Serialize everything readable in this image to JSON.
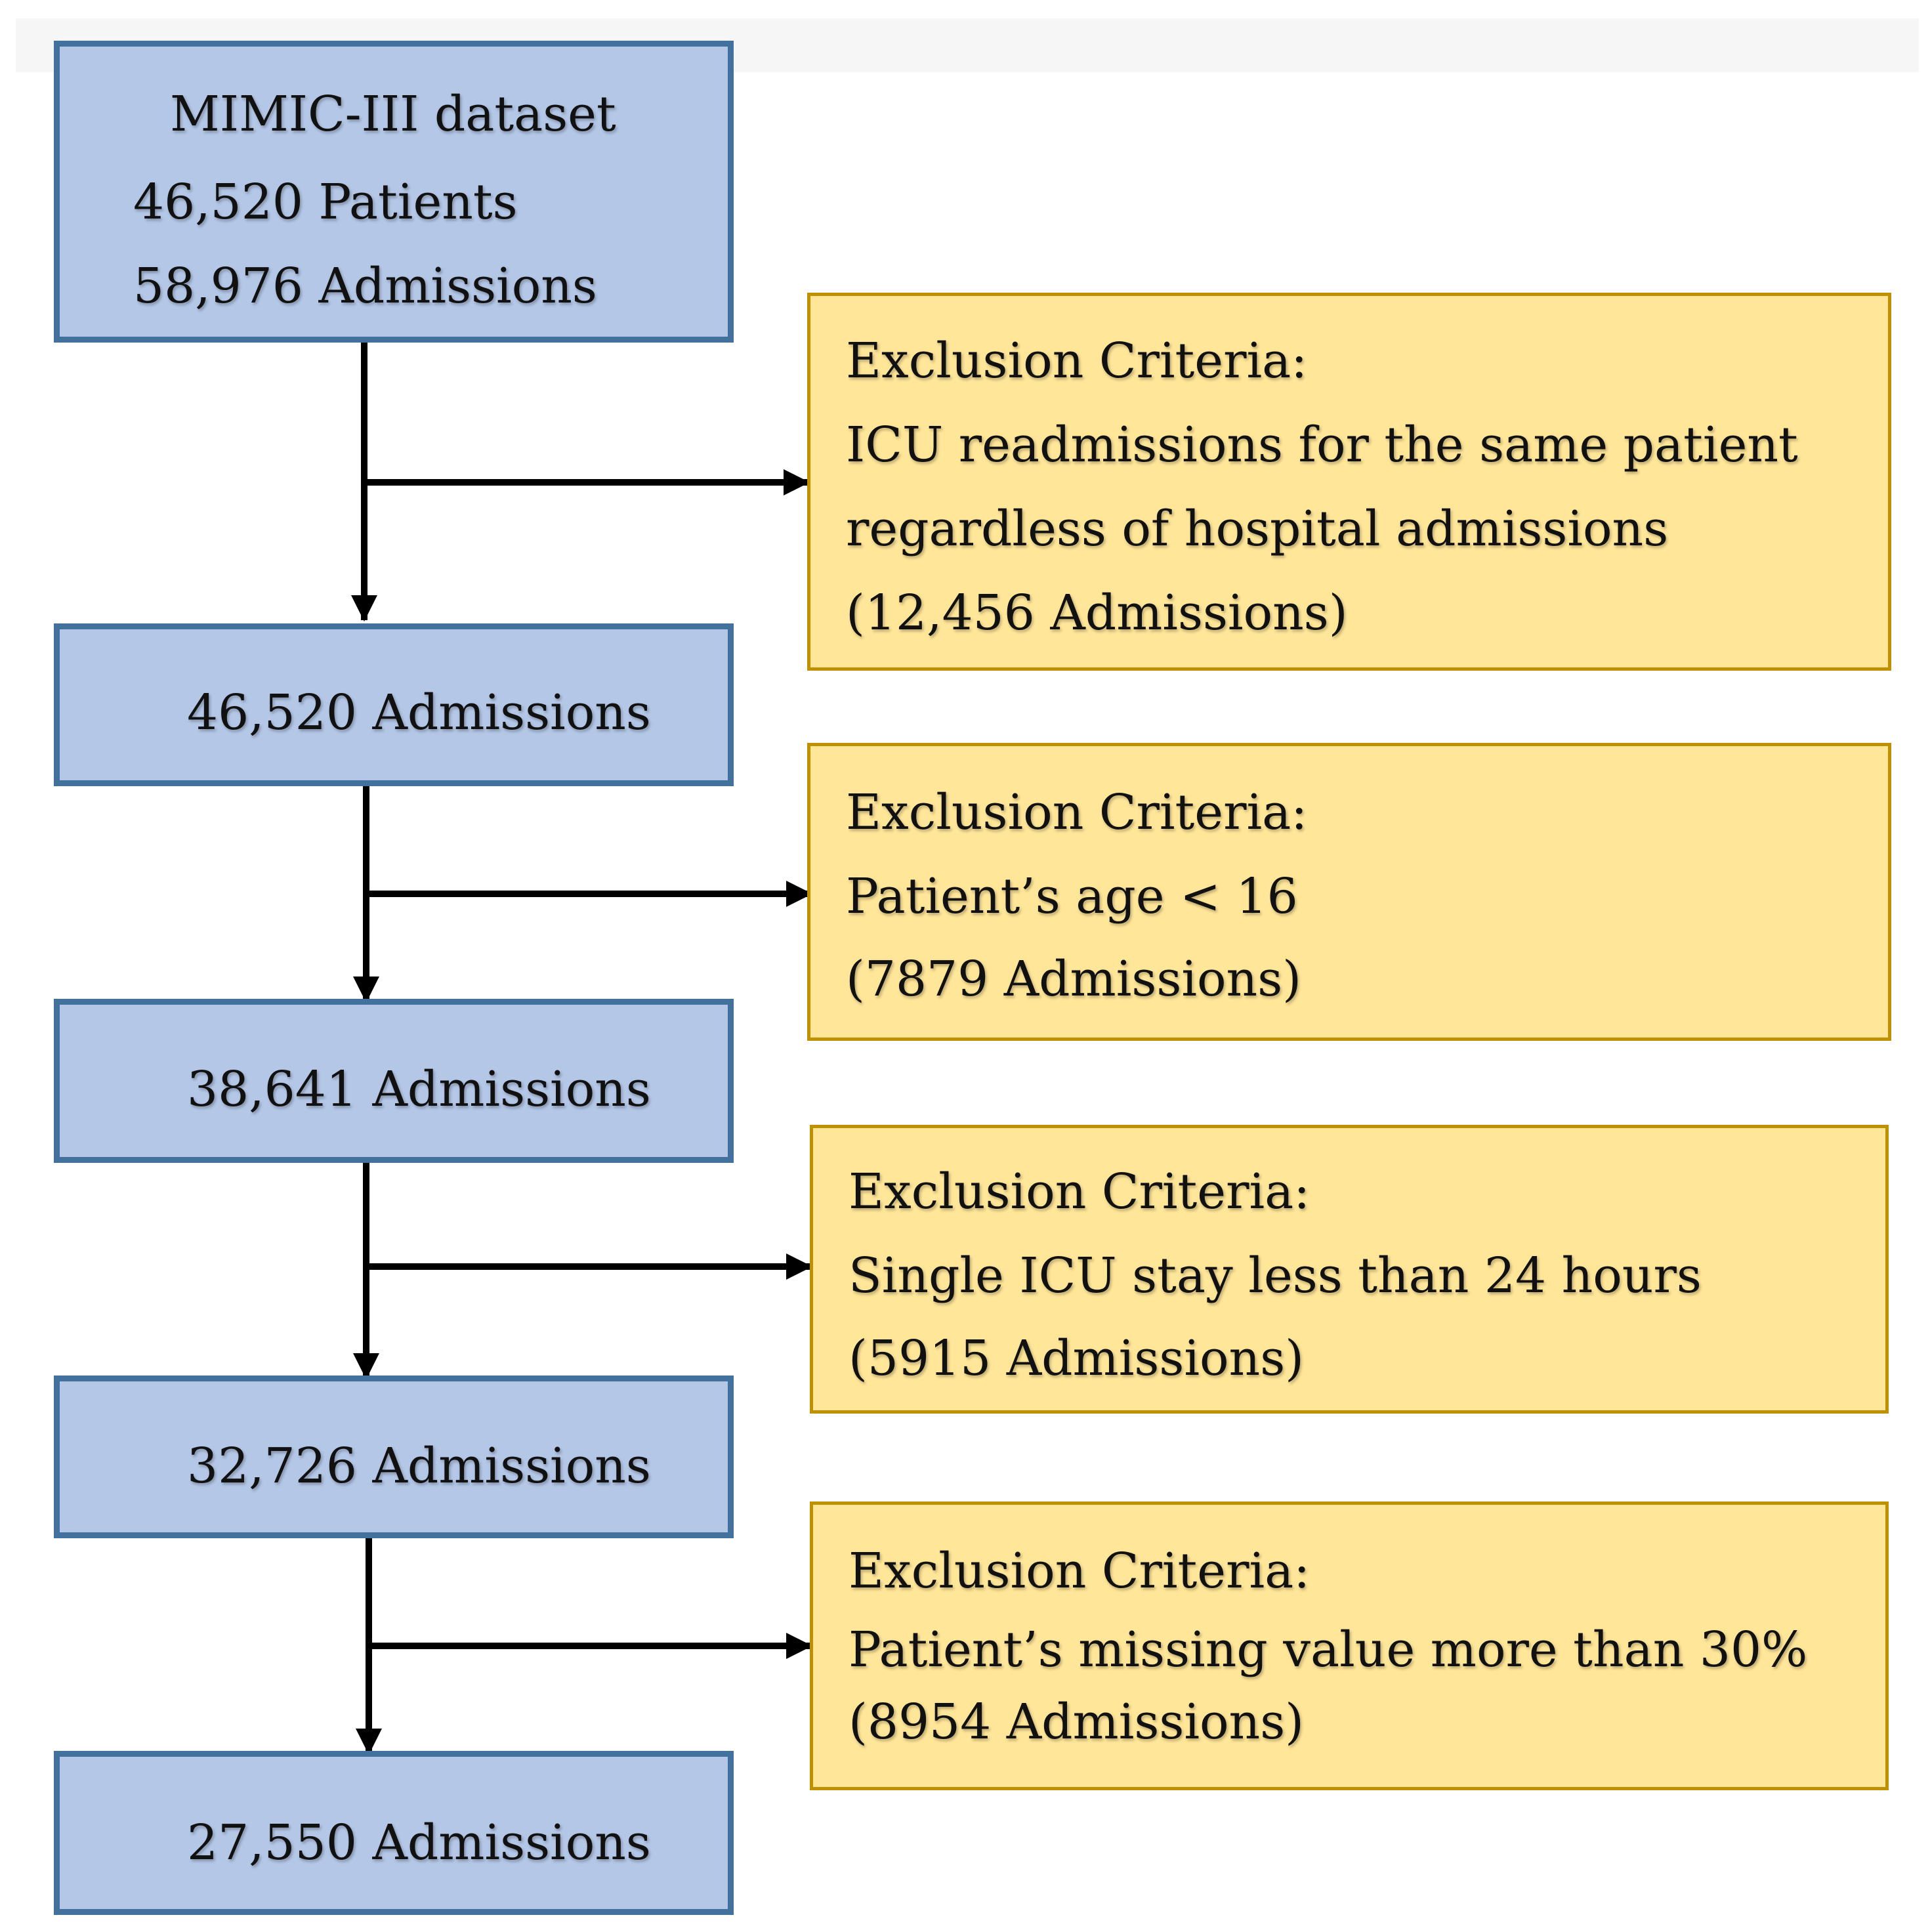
{
  "flow": {
    "stages": [
      {
        "lines": [
          "MIMIC-III dataset",
          "46,520 Patients",
          "58,976 Admissions"
        ]
      },
      {
        "lines": [
          "46,520 Admissions"
        ]
      },
      {
        "lines": [
          "38,641 Admissions"
        ]
      },
      {
        "lines": [
          "32,726 Admissions"
        ]
      },
      {
        "lines": [
          "27,550 Admissions"
        ]
      }
    ],
    "exclusions": [
      {
        "lines": [
          "Exclusion Criteria:",
          "ICU readmissions for the same patient",
          "regardless of hospital admissions",
          "(12,456 Admissions)"
        ]
      },
      {
        "lines": [
          "Exclusion Criteria:",
          "Patient’s age < 16",
          "(7879 Admissions)"
        ]
      },
      {
        "lines": [
          "Exclusion Criteria:",
          "Single ICU stay less than 24 hours",
          "(5915 Admissions)"
        ]
      },
      {
        "lines": [
          "Exclusion Criteria:",
          "Patient’s missing value more than 30%",
          "(8954 Admissions)"
        ]
      }
    ]
  },
  "colors": {
    "stage_fill": "#b4c7e7",
    "stage_border": "#41719c",
    "exclusion_fill": "#ffe699",
    "exclusion_border": "#bf9000",
    "arrow": "#000000"
  }
}
